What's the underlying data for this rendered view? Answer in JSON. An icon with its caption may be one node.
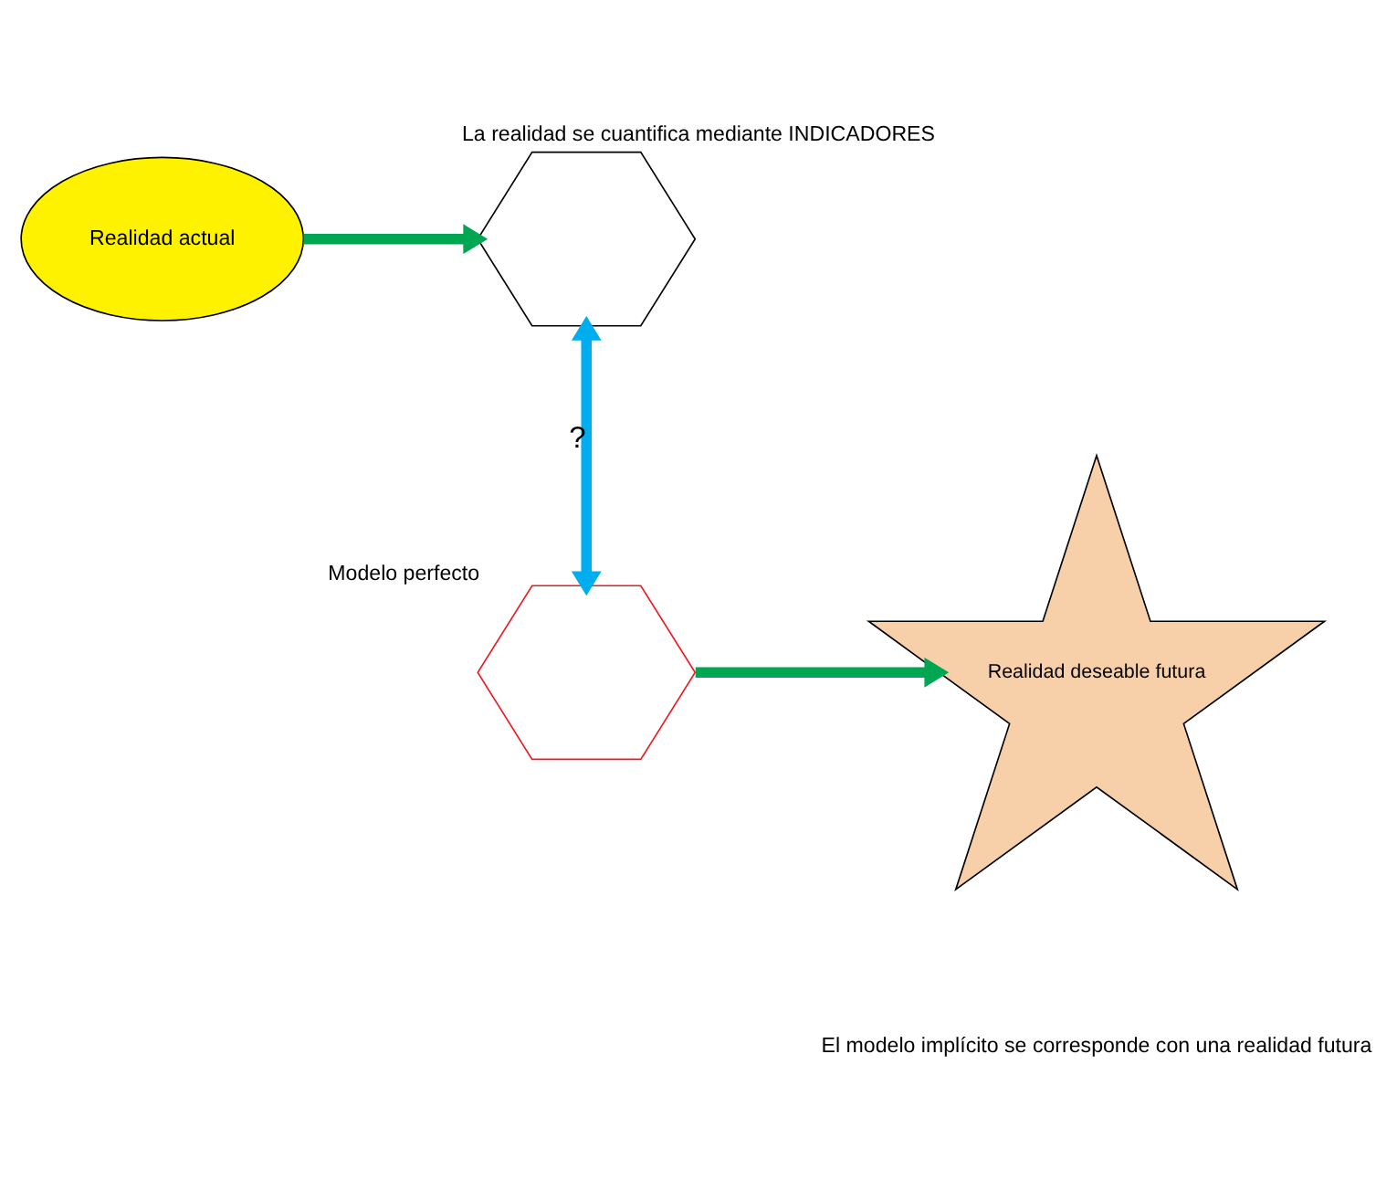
{
  "diagram": {
    "title": "La realidad se cuantifica mediante INDICADORES",
    "caption": "El modelo implícito se corresponde con una realidad futura",
    "nodes": [
      {
        "text": [
          "Realidad actual"
        ]
      },
      {
        "text": [],
        "shape": "hexagon"
      },
      {
        "text": [],
        "shape": "hexagon",
        "beside": [
          "Modelo perfecto"
        ]
      },
      {
        "text": [
          "Realidad deseable futura"
        ]
      }
    ],
    "edges": [
      {
        "from": 0,
        "to": 1,
        "arrow": "to"
      },
      {
        "from": 1,
        "to": 2,
        "arrow": "both",
        "color": "#00aeef",
        "label": "?"
      },
      {
        "from": 2,
        "to": 3,
        "arrow": "to"
      }
    ]
  }
}
